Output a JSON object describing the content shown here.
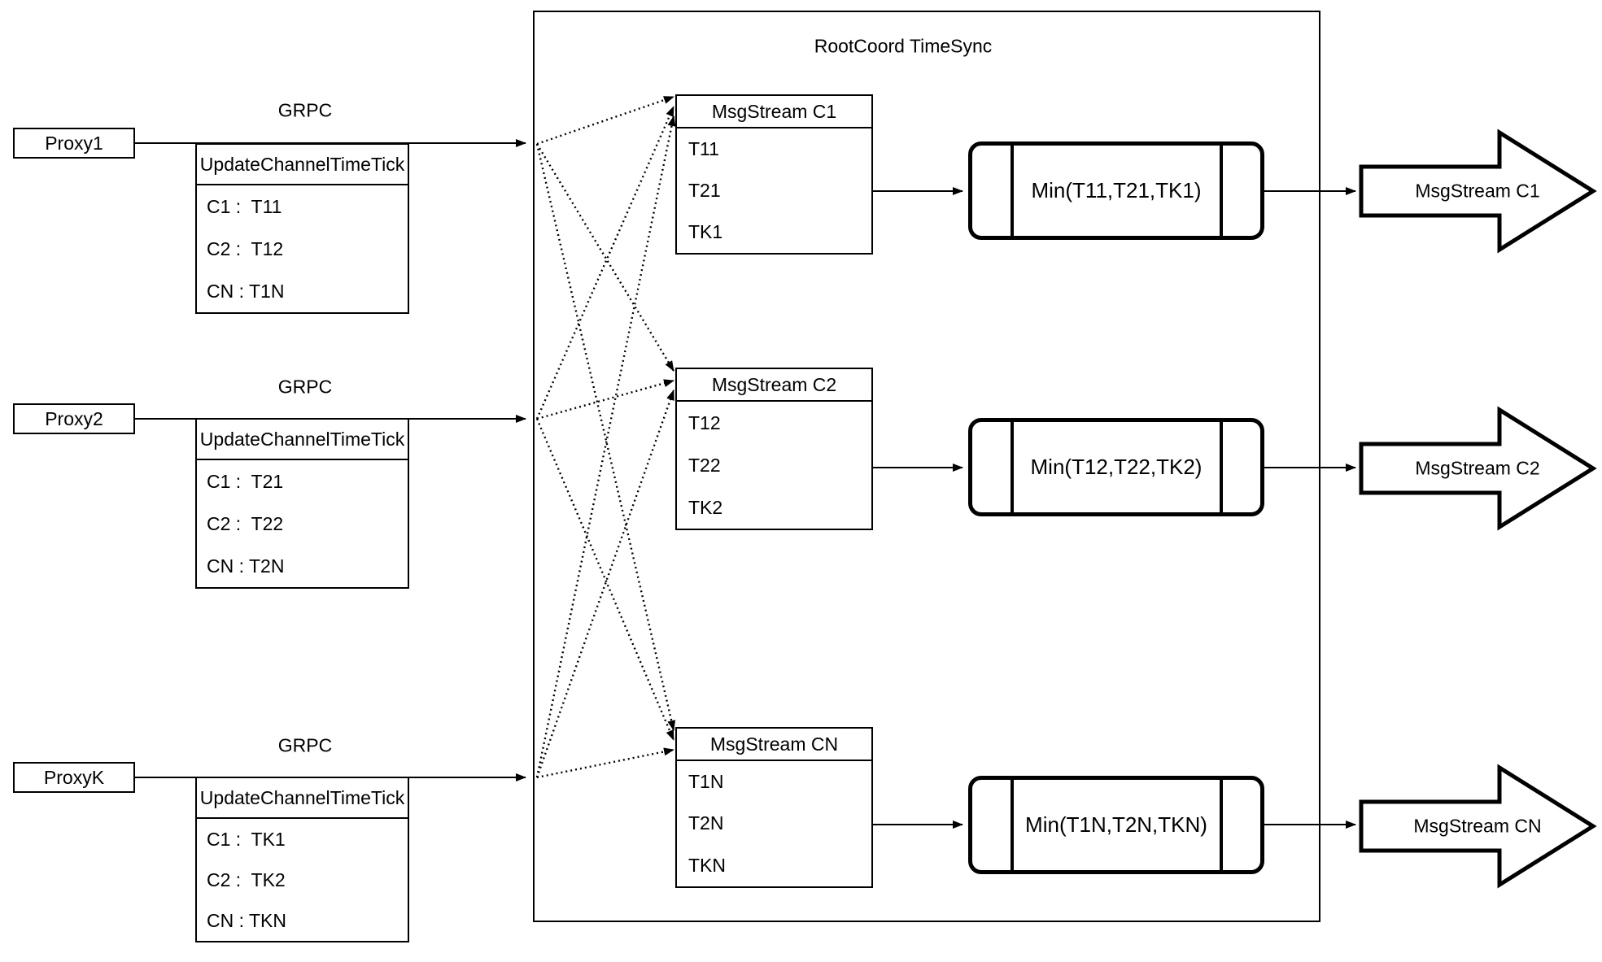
{
  "colors": {
    "ink": "#000000",
    "background": "#ffffff"
  },
  "diagram_title": "RootCoord TimeSync",
  "grpc_label": "GRPC",
  "rows": [
    {
      "proxy": "Proxy1",
      "update_table": {
        "header": "UpdateChannelTimeTick",
        "rows": [
          "C1 :  T11",
          "C2 :  T12",
          "CN : T1N"
        ]
      },
      "stream_table": {
        "header": "MsgStream C1",
        "rows": [
          "T11",
          "T21",
          "TK1"
        ]
      },
      "min_label": "Min(T11,T21,TK1)",
      "output_arrow": "MsgStream C1"
    },
    {
      "proxy": "Proxy2",
      "update_table": {
        "header": "UpdateChannelTimeTick",
        "rows": [
          "C1 :  T21",
          "C2 :  T22",
          "CN : T2N"
        ]
      },
      "stream_table": {
        "header": "MsgStream C2",
        "rows": [
          "T12",
          "T22",
          "TK2"
        ]
      },
      "min_label": "Min(T12,T22,TK2)",
      "output_arrow": "MsgStream C2"
    },
    {
      "proxy": "ProxyK",
      "update_table": {
        "header": "UpdateChannelTimeTick",
        "rows": [
          "C1 :  TK1",
          "C2 :  TK2",
          "CN : TKN"
        ]
      },
      "stream_table": {
        "header": "MsgStream CN",
        "rows": [
          "T1N",
          "T2N",
          "TKN"
        ]
      },
      "min_label": "Min(T1N,T2N,TKN)",
      "output_arrow": "MsgStream CN"
    }
  ]
}
